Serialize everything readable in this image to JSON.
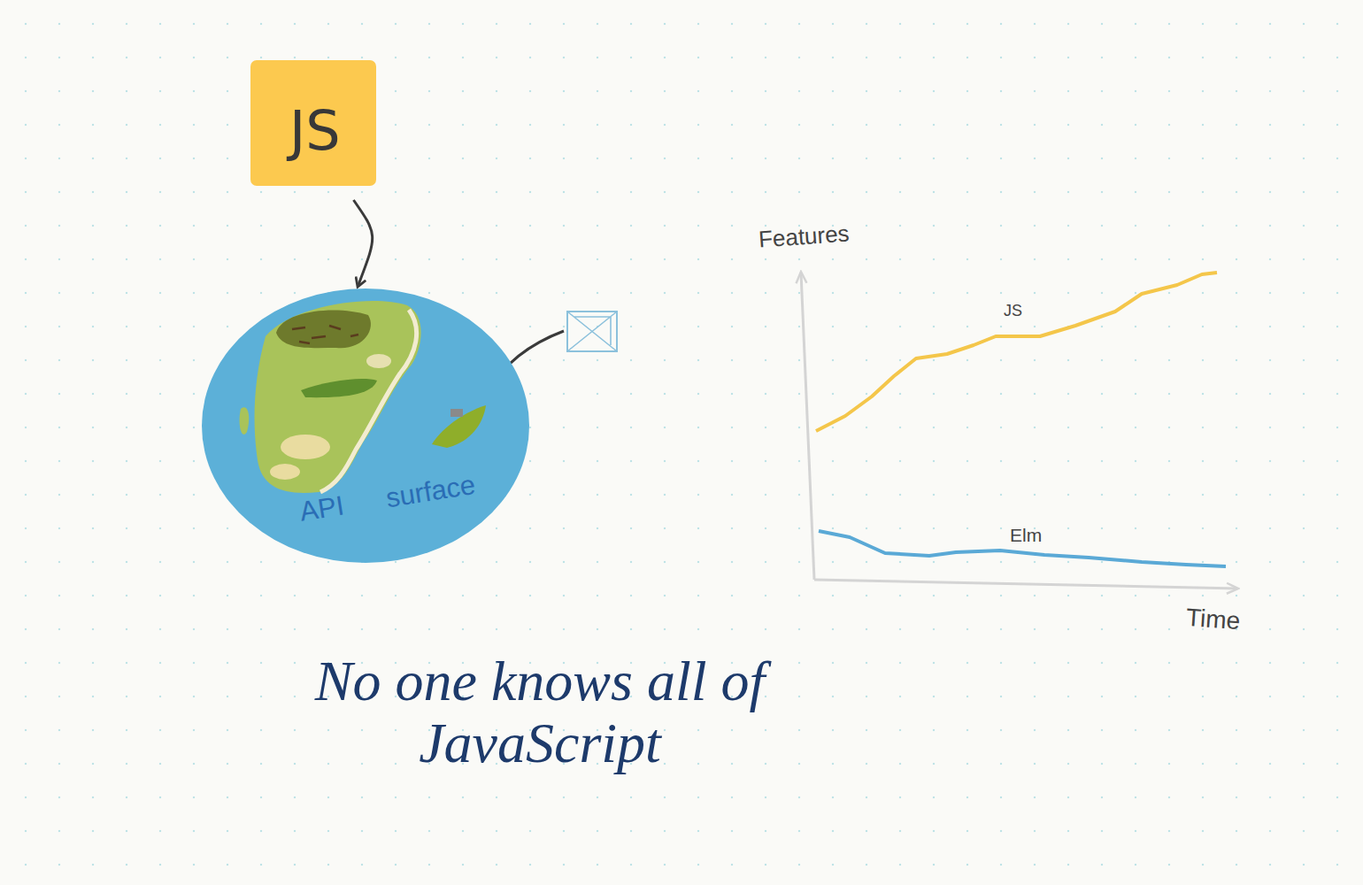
{
  "diagram": {
    "caption": "No one knows all of JavaScript",
    "nodes": [
      {
        "text": [
          "JS"
        ]
      },
      {
        "text": [
          "API surface"
        ]
      }
    ],
    "edges": [
      {
        "from": 0,
        "to": 1,
        "arrow": "to"
      }
    ],
    "labels": [
      "Features",
      "JS",
      "Elm",
      "Time"
    ]
  }
}
